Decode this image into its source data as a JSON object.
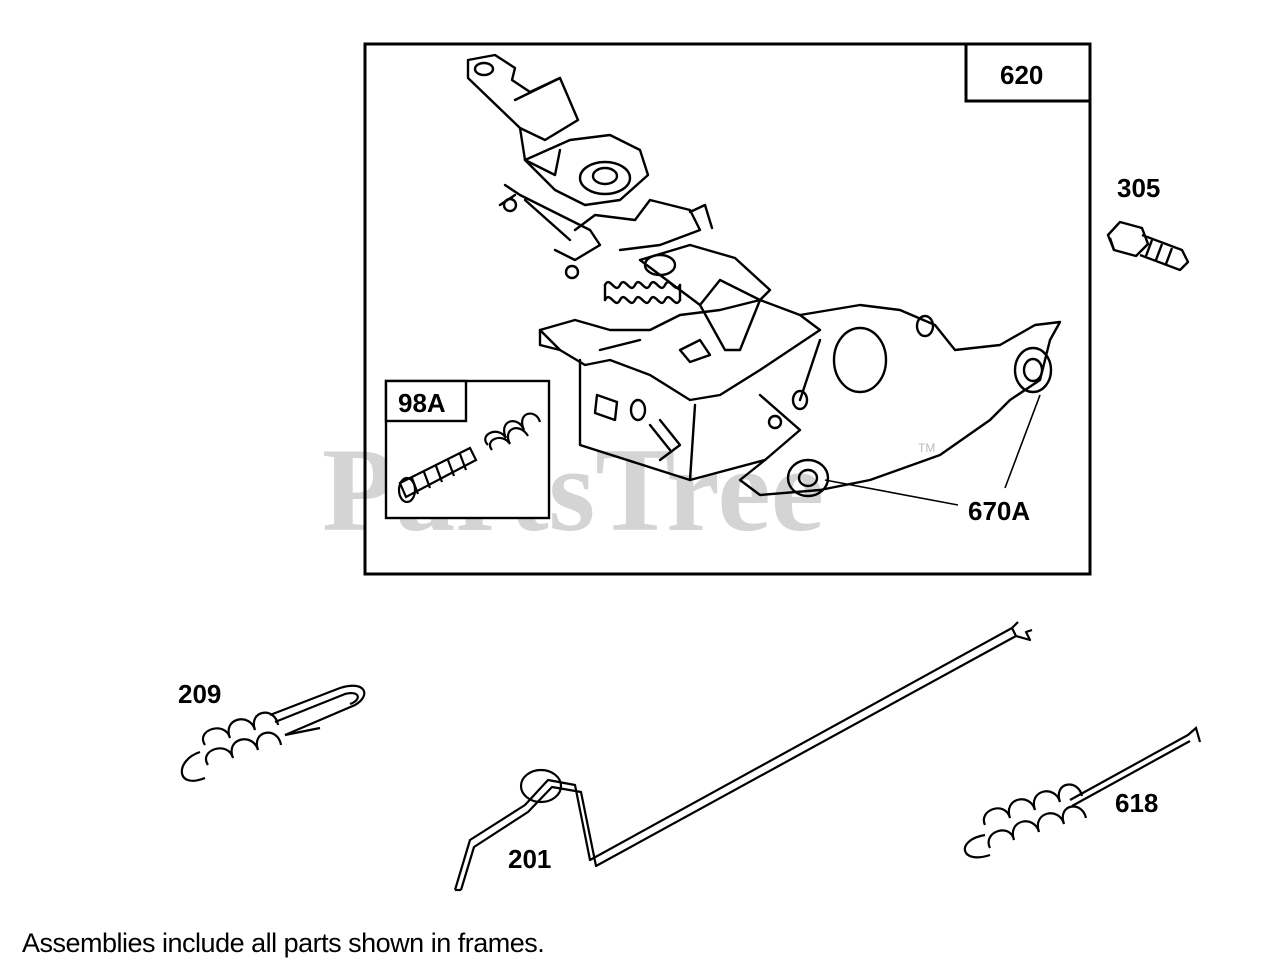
{
  "watermark": {
    "text": "PartsTree",
    "tm": "TM"
  },
  "callouts": {
    "p620": "620",
    "p305": "305",
    "p98a": "98A",
    "p670a": "670A",
    "p209": "209",
    "p201": "201",
    "p618": "618"
  },
  "footer_note": "Assemblies include all parts shown in frames."
}
